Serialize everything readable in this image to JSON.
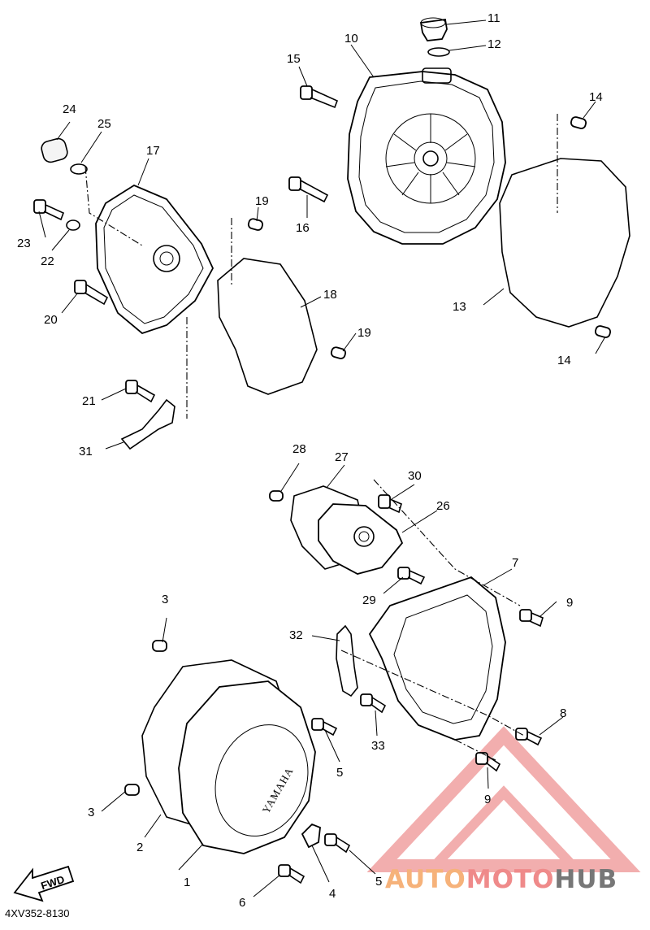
{
  "diagram": {
    "code": "4XV352-8130",
    "fwd_label": "FWD",
    "stamp_text": "YAMAHA",
    "callouts": [
      "1",
      "2",
      "3",
      "3",
      "4",
      "5",
      "5",
      "6",
      "7",
      "8",
      "9",
      "9",
      "10",
      "11",
      "12",
      "13",
      "14",
      "14",
      "15",
      "16",
      "17",
      "18",
      "19",
      "19",
      "20",
      "21",
      "22",
      "23",
      "24",
      "25",
      "26",
      "27",
      "28",
      "29",
      "30",
      "31",
      "32",
      "33"
    ]
  },
  "watermark": {
    "part1": "AUTO",
    "part2": "MOTO",
    "part3": "HUB",
    "colors": {
      "triangle": "#f0a0a0",
      "auto": "#f6b27a",
      "moto": "#ef8a8a",
      "hub": "#777777"
    }
  }
}
